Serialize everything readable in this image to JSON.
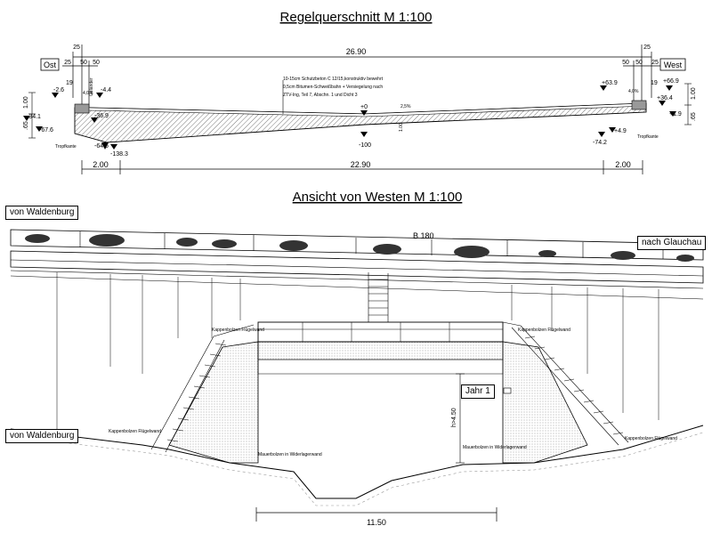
{
  "section": {
    "title": "Regelquerschnitt   M 1:100",
    "side_left": "Ost",
    "side_right": "West",
    "dims_top": {
      "overall": "26.90",
      "a": "25",
      "b": "25",
      "c": "50",
      "d": "50",
      "e": "25",
      "f": "25",
      "g": "50",
      "h": "50"
    },
    "dims_bottom": {
      "left": "2.00",
      "middle": "22.90",
      "right": "2.00"
    },
    "side_dims": {
      "left_h": ".65",
      "left_h2": "1.00",
      "right_h": ".65",
      "right_h2": "1.00",
      "left_19": "19",
      "right_19": "19"
    },
    "note_lines": [
      "10-15cm   Schutzbeton C 12/15,konstruktiv bewehrt",
      "0,5cm      Bitumen-Schweißbahn + Versiegelung nach",
      "               ZTV-Ing, Teil 7, Abschn. 1 und Dicht 3"
    ],
    "slope_left": "4,0%",
    "slope_mid": "2,5%",
    "slope_right": "4,0%",
    "gelaender": "Geländer",
    "elev": {
      "l1": "-2.6",
      "l2": "-4.4",
      "l3": "-34.1",
      "l4": "-36.9",
      "l5": "-67.6",
      "l6": "-64.6",
      "l7": "-138.3",
      "c1": "+0",
      "c2": "-100",
      "c3": "1.00",
      "r1": "+63.9",
      "r2": "+66.9",
      "r3": "+36.4",
      "r4": "+1.9",
      "r5": "+4.9",
      "r6": "-74.2"
    },
    "tropfkante": "Tropfkante"
  },
  "elevation": {
    "title": "Ansicht von Westen   M 1:100",
    "from_label": "von Waldenburg",
    "to_label": "nach Glauchau",
    "road": "B 180",
    "year_label": "Jahr 1",
    "clearance": "h>4.50",
    "span": "11.50",
    "kappen_left": "Kappenbolzen Flügelwand",
    "kappen_right": "Kappenbolzen Flügelwand",
    "kappen_left_low": "Kappenbolzen Flügelwand",
    "kappen_right_low": "Kappenbolzen Flügelwand",
    "mauer_left": "Mauerbolzen in Widerlagerwand",
    "mauer_right": "Mauerbolzen in Widerlagerwand"
  }
}
